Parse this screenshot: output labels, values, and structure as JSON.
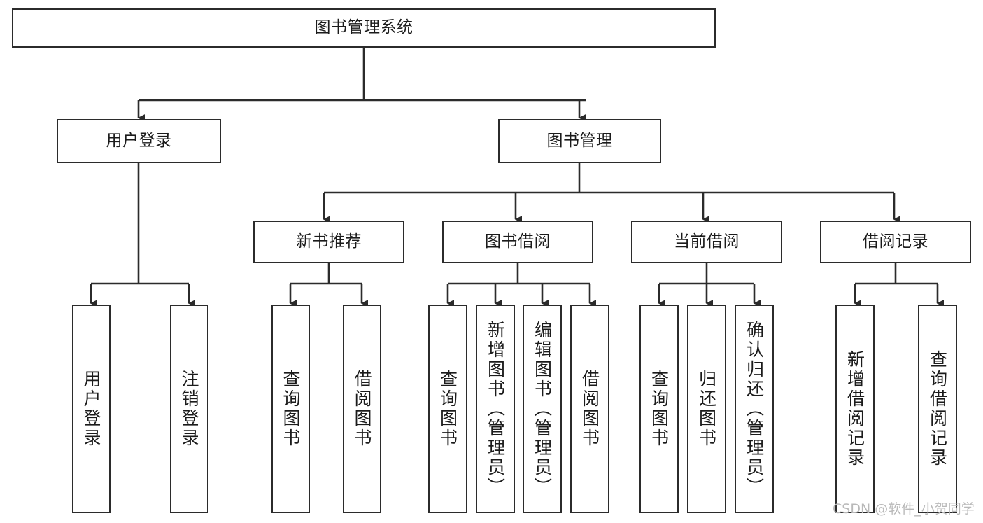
{
  "diagram": {
    "type": "tree",
    "title": "图书管理系统",
    "orientation": "top-down",
    "colors": {
      "node_border": "#2b2b2b",
      "node_fill": "#ffffff",
      "edge": "#2b2b2b",
      "text": "#1b1b1b",
      "watermark": "#b9b9b9",
      "background": "#ffffff"
    }
  },
  "watermark": {
    "text": "CSDN @软件_小贺同学"
  },
  "nodes": {
    "root": {
      "label": "图书管理系统"
    },
    "level2": [
      {
        "id": "user-login",
        "label": "用户登录"
      },
      {
        "id": "book-manage",
        "label": "图书管理"
      }
    ],
    "level3": [
      {
        "id": "new-book-recommend",
        "label": "新书推荐"
      },
      {
        "id": "book-borrow",
        "label": "图书借阅"
      },
      {
        "id": "current-borrow",
        "label": "当前借阅"
      },
      {
        "id": "borrow-record",
        "label": "借阅记录"
      }
    ],
    "leaves": {
      "user_login": [
        {
          "id": "leaf-user-login",
          "label": "用户登录"
        },
        {
          "id": "leaf-logout-login",
          "label": "注销登录"
        }
      ],
      "new_book_recommend": [
        {
          "id": "leaf-query-book-1",
          "label": "查询图书"
        },
        {
          "id": "leaf-borrow-book-1",
          "label": "借阅图书"
        }
      ],
      "book_borrow": [
        {
          "id": "leaf-query-book-2",
          "label": "查询图书"
        },
        {
          "id": "leaf-add-book-admin",
          "label": "新增图书（管理员）"
        },
        {
          "id": "leaf-edit-book-admin",
          "label": "编辑图书（管理员）"
        },
        {
          "id": "leaf-borrow-book-2",
          "label": "借阅图书"
        }
      ],
      "current_borrow": [
        {
          "id": "leaf-query-book-3",
          "label": "查询图书"
        },
        {
          "id": "leaf-return-book",
          "label": "归还图书"
        },
        {
          "id": "leaf-confirm-return-admin",
          "label": "确认归还（管理员）"
        }
      ],
      "borrow_record": [
        {
          "id": "leaf-add-borrow-record",
          "label": "新增借阅记录"
        },
        {
          "id": "leaf-query-borrow-record",
          "label": "查询借阅记录"
        }
      ]
    }
  }
}
